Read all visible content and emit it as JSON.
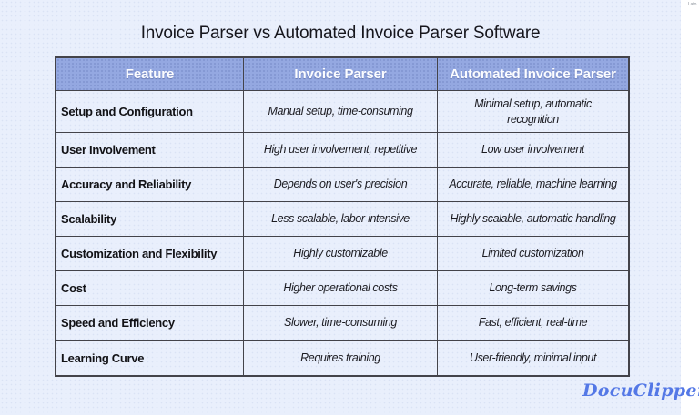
{
  "page": {
    "title": "Invoice Parser vs Automated Invoice Parser Software",
    "brand": "DocuClipper",
    "font_watermark": "Lato",
    "colors": {
      "canvas_bg": "#e9effc",
      "header_bg": "#94a8e1",
      "header_text": "#fbfcff",
      "border": "#43434a",
      "logo_blue": "#5478e6"
    }
  },
  "table": {
    "headers": [
      "Feature",
      "Invoice Parser",
      "Automated Invoice Parser"
    ],
    "rows": [
      {
        "feature": "Setup and Configuration",
        "invoice_parser": "Manual setup, time-consuming",
        "automated": "Minimal setup, automatic recognition"
      },
      {
        "feature": "User Involvement",
        "invoice_parser": "High user involvement, repetitive",
        "automated": "Low user involvement"
      },
      {
        "feature": "Accuracy and Reliability",
        "invoice_parser": "Depends on user's precision",
        "automated": "Accurate, reliable, machine learning"
      },
      {
        "feature": "Scalability",
        "invoice_parser": "Less scalable, labor-intensive",
        "automated": "Highly scalable, automatic handling"
      },
      {
        "feature": "Customization and Flexibility",
        "invoice_parser": "Highly customizable",
        "automated": "Limited customization"
      },
      {
        "feature": "Cost",
        "invoice_parser": "Higher operational costs",
        "automated": "Long-term savings"
      },
      {
        "feature": "Speed and Efficiency",
        "invoice_parser": "Slower, time-consuming",
        "automated": "Fast, efficient, real-time"
      },
      {
        "feature": "Learning Curve",
        "invoice_parser": "Requires training",
        "automated": "User-friendly, minimal input"
      }
    ]
  }
}
